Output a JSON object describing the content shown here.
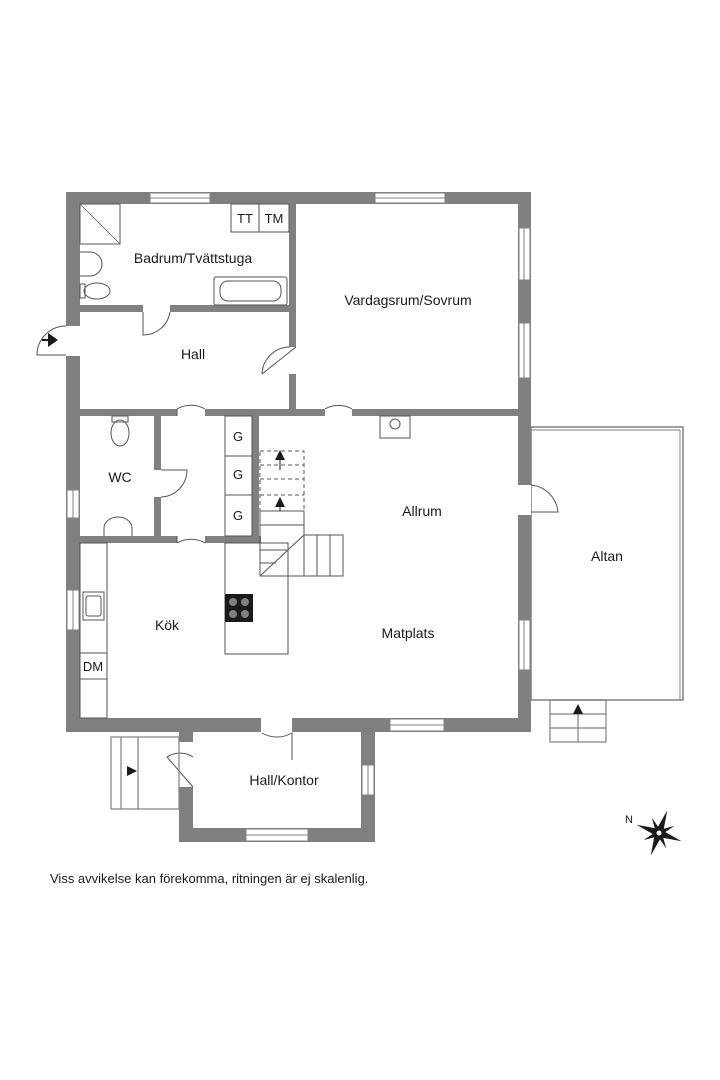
{
  "rooms": {
    "badrum": "Badrum/Tvättstuga",
    "vardagsrum": "Vardagsrum/Sovrum",
    "hall_top": "Hall",
    "wc": "WC",
    "allrum": "Allrum",
    "altan": "Altan",
    "kok": "Kök",
    "matplats": "Matplats",
    "hall_kontor": "Hall/Kontor"
  },
  "fixtures": {
    "tt": "TT",
    "tm": "TM",
    "dm": "DM",
    "g1": "G",
    "g2": "G",
    "g3": "G"
  },
  "compass": {
    "north": "N"
  },
  "disclaimer": "Viss avvikelse kan förekomma, ritningen är ej skalenlig.",
  "colors": {
    "wall": "#808080",
    "line": "#555555",
    "window": "#ffffff"
  }
}
